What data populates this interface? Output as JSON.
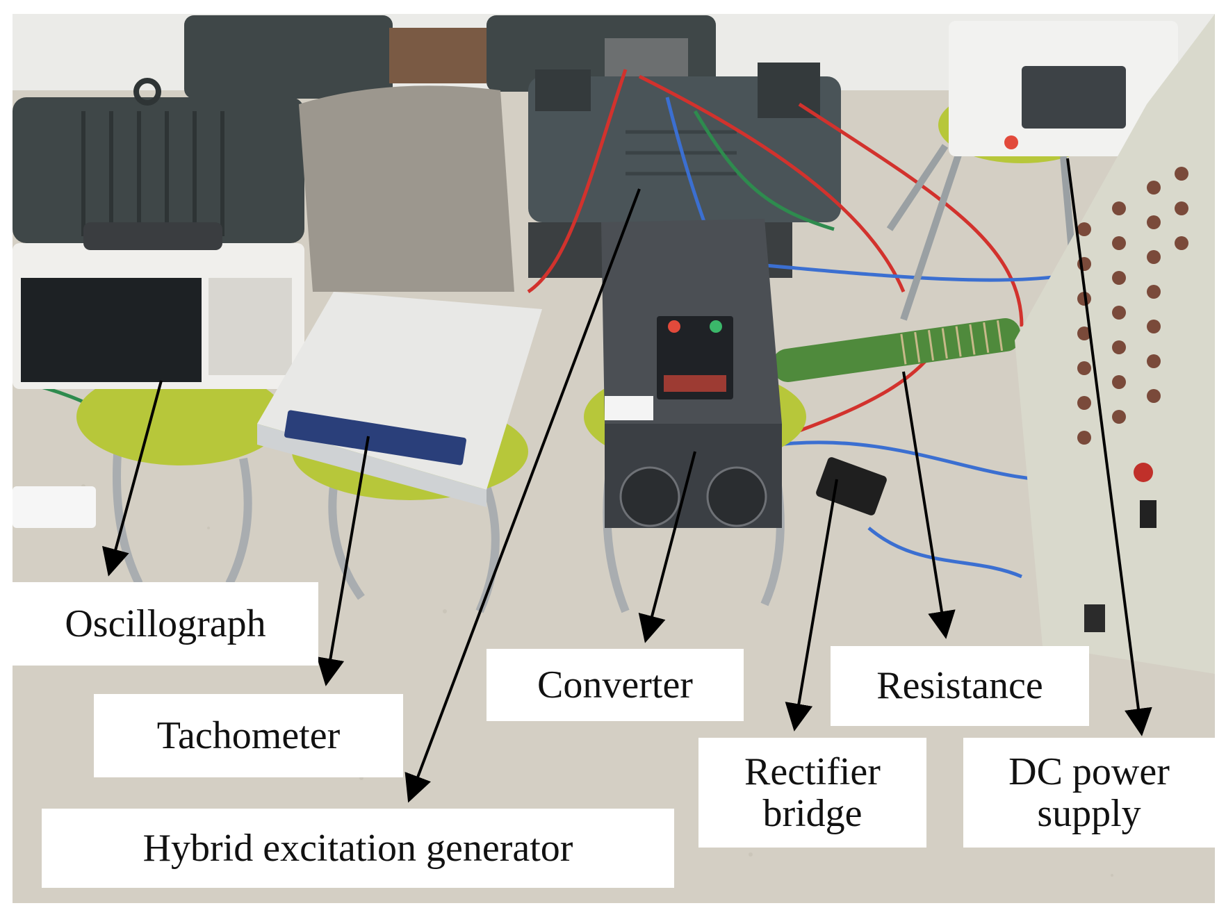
{
  "labels": {
    "oscillograph": "Oscillograph",
    "tachometer": "Tachometer",
    "hybrid_excitation_generator": "Hybrid excitation generator",
    "converter": "Converter",
    "resistance": "Resistance",
    "rectifier_bridge": [
      "Rectifier",
      "bridge"
    ],
    "dc_power_supply": [
      "DC power",
      "supply"
    ]
  },
  "colors": {
    "floor": "#d4cfc4",
    "wall": "#ebebe8",
    "motor": "#3f4748",
    "stool": "#b7c73a",
    "cabinet": "#d9d9cc",
    "converter_body": "#4b4f54",
    "wire_red": "#d2322d",
    "wire_blue": "#3b6fd1",
    "wire_green": "#2e8b4e",
    "resistor_tube": "#4f8a3c",
    "arrow": "#000000",
    "label_bg": "#ffffff"
  }
}
